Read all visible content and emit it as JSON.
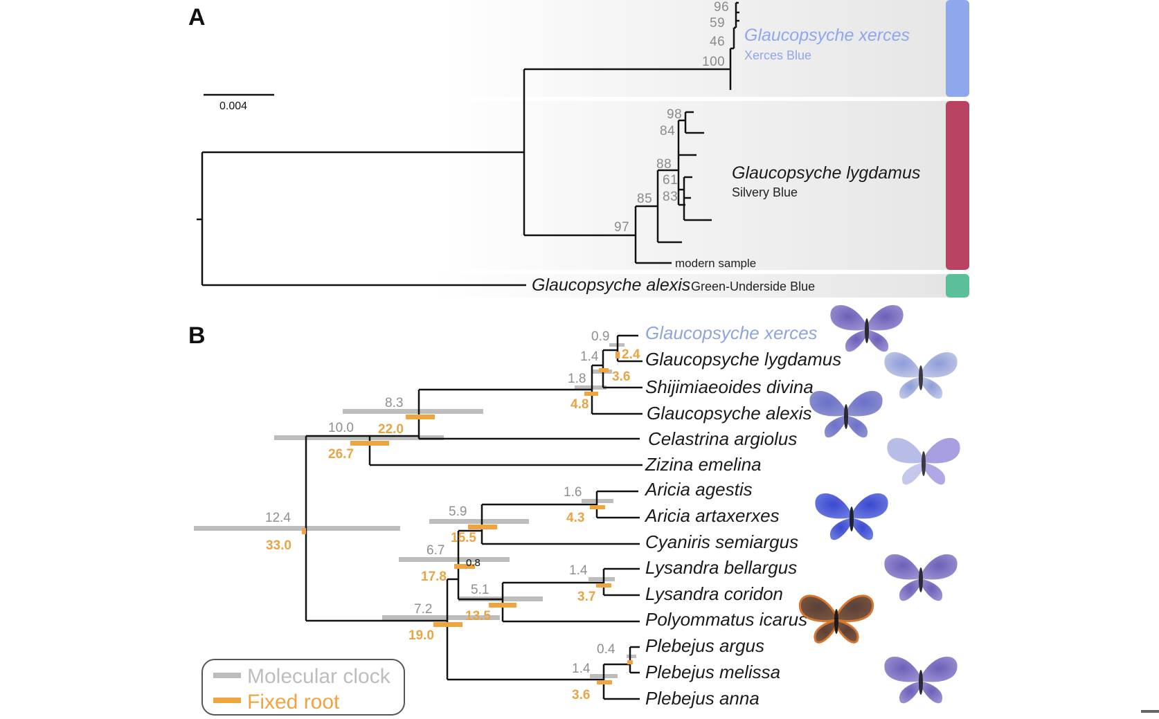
{
  "panel_a": {
    "letter": "A",
    "scale_label": "0.004",
    "supports": {
      "s96": "96",
      "s59": "59",
      "s46": "46",
      "s100": "100",
      "s98": "98",
      "s84": "84",
      "s88": "88",
      "s61": "61",
      "s83": "83",
      "s85": "85",
      "s97": "97"
    },
    "clades": {
      "xerces": {
        "species": "Glaucopsyche xerces",
        "common": "Xerces Blue",
        "color": "#8fa7eb"
      },
      "lygdamus": {
        "species": "Glaucopsyche lygdamus",
        "common": "Silvery Blue",
        "color": "#b94462"
      },
      "alexis": {
        "species": "Glaucopsyche alexis",
        "common": "Green-Underside Blue",
        "color": "#5bbf9a"
      }
    },
    "modern_sample": "modern sample"
  },
  "panel_b": {
    "letter": "B",
    "taxa": [
      "Glaucopsyche xerces",
      "Glaucopsyche lygdamus",
      "Shijimiaeoides divina",
      "Glaucopsyche alexis",
      "Celastrina argiolus",
      "Zizina emelina",
      "Aricia agestis",
      "Aricia artaxerxes",
      "Cyaniris semiargus",
      "Lysandra bellargus",
      "Lysandra coridon",
      "Polyommatus icarus",
      "Plebejus argus",
      "Plebejus melissa",
      "Plebejus anna"
    ],
    "clock_ages": {
      "n1": "0.9",
      "n2": "1.4",
      "n3": "1.8",
      "n4": "8.3",
      "n5": "10.0",
      "n6": "12.4",
      "n7": "1.6",
      "n8": "5.9",
      "n9": "6.7",
      "n10": "1.4",
      "n11": "5.1",
      "n12": "7.2",
      "n13": "0.4",
      "n14": "1.4"
    },
    "root_ages": {
      "n1": "2.4",
      "n2": "3.6",
      "n3": "4.8",
      "n4": "22.0",
      "n5": "26.7",
      "n6": "33.0",
      "n7": "4.3",
      "n8": "15.5",
      "n9": "17.8",
      "n10": "3.7",
      "n11": "13.5",
      "n12": "19.0",
      "n14": "3.6"
    },
    "support_note": "0.8",
    "legend": {
      "clock_label": "Molecular clock",
      "root_label": "Fixed root",
      "clock_color": "#bdbdbd",
      "root_color": "#eea43f"
    }
  }
}
